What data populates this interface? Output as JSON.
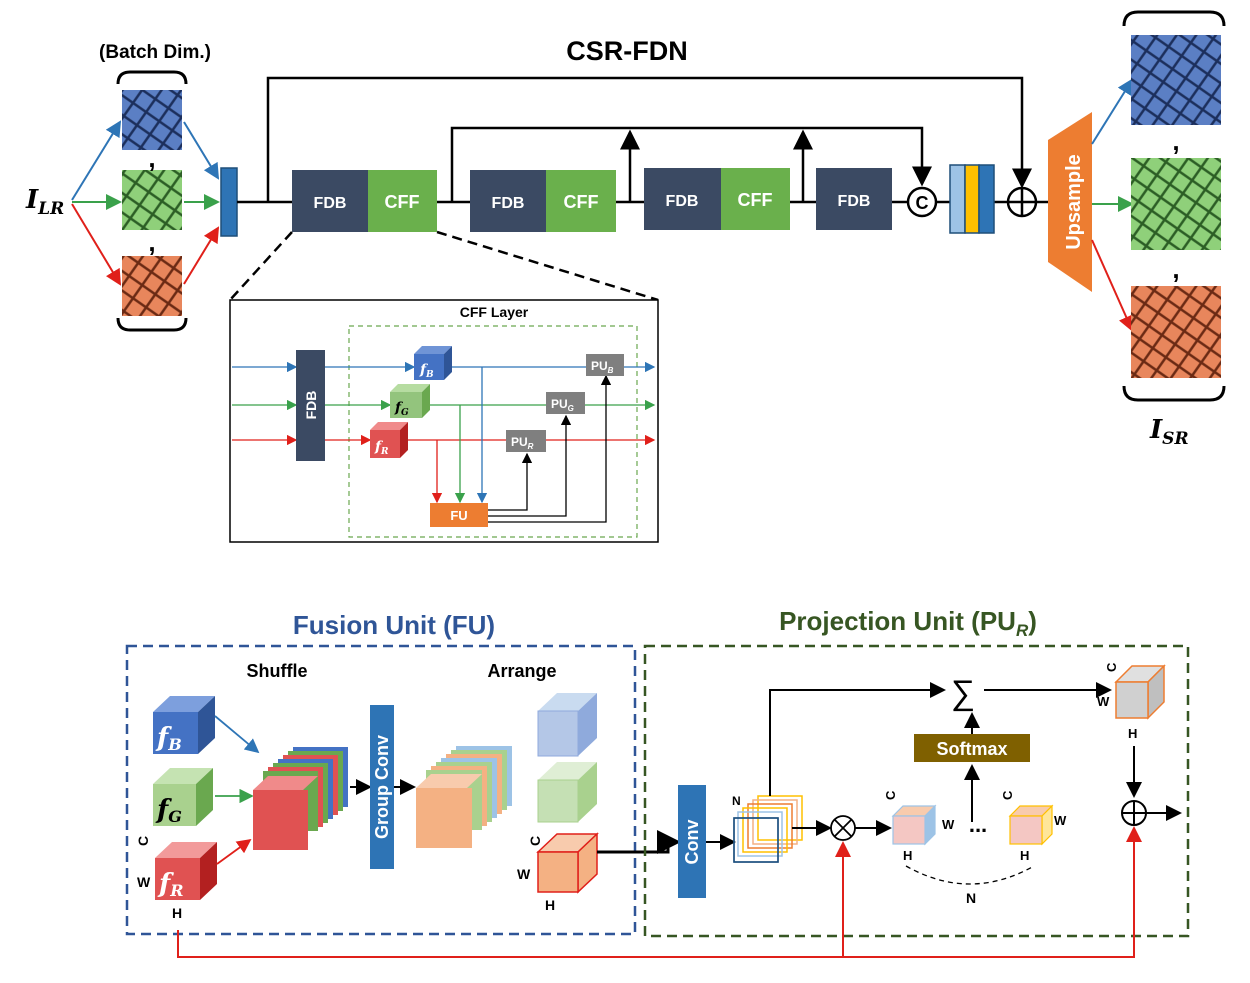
{
  "title": "CSR-FDN",
  "batch_label": "(Batch Dim.)",
  "input": {
    "main": "I",
    "sub": "LR"
  },
  "output": {
    "main": "I",
    "sub": "SR"
  },
  "comma": ",",
  "blocks": {
    "fdb": "FDB",
    "cff": "CFF",
    "upsample": "Upsample",
    "concat": "C"
  },
  "cff_layer": {
    "title": "CFF Layer",
    "fdb": "FDB",
    "f": "f",
    "sub_b": "B",
    "sub_g": "G",
    "sub_r": "R",
    "pu": "PU",
    "fu": "FU"
  },
  "fusion_unit": {
    "title": "Fusion Unit (FU)",
    "shuffle": "Shuffle",
    "arrange": "Arrange",
    "group_conv": "Group Conv",
    "f": "f",
    "sub_b": "B",
    "sub_g": "G",
    "sub_r": "R",
    "c": "C",
    "w": "W",
    "h": "H"
  },
  "projection_unit": {
    "title_main": "Projection Unit (PU",
    "title_sub": "R",
    "title_end": ")",
    "conv": "Conv",
    "softmax": "Softmax",
    "sum": "∑",
    "n_top": "N",
    "n_bottom": "N",
    "dots": "...",
    "c": "C",
    "w": "W",
    "h": "H"
  },
  "colors": {
    "dark_block": "#3b4a63",
    "green": "#6ab04c",
    "blue_bar": "#2e74b5",
    "orange": "#ed7d31",
    "gray_pu": "#7f7f7f",
    "softmax": "#7f6000",
    "fu_border": "#2f5597",
    "pu_border": "#375623",
    "red": "#e0201a",
    "arrow_blue": "#2e75b6",
    "arrow_green": "#3aa14b"
  }
}
